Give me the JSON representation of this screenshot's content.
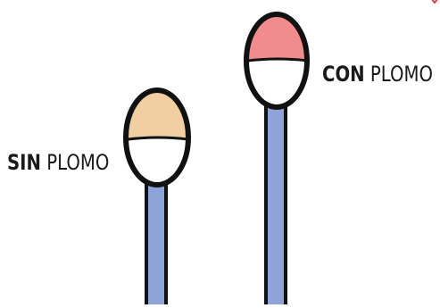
{
  "labels": {
    "without_lead": {
      "bold": "SIN",
      "normal": "PLOMO"
    },
    "with_lead": {
      "bold": "CON",
      "normal": "PLOMO"
    }
  },
  "colors": {
    "without_lead_tip": "#f2cfa3",
    "with_lead_tip": "#f28c8c",
    "stick": "#8ea4d8",
    "outline": "#111111",
    "corner_mark": "#d94040"
  }
}
